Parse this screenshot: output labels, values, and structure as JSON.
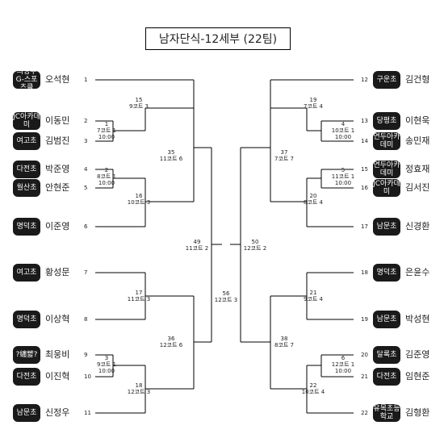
{
  "title": "남자단식-12세부 (22팀)",
  "left_teams": [
    {
      "seed": "1",
      "club": "의정부G-스포츠클",
      "name": "오석현"
    },
    {
      "seed": "2",
      "club": "JC아카데미",
      "name": "이동민"
    },
    {
      "seed": "3",
      "club": "여고초",
      "name": "김범진"
    },
    {
      "seed": "4",
      "club": "다전초",
      "name": "박준영"
    },
    {
      "seed": "5",
      "club": "월산초",
      "name": "안현준"
    },
    {
      "seed": "6",
      "club": "명덕초",
      "name": "이준영"
    },
    {
      "seed": "7",
      "club": "여고초",
      "name": "황성문"
    },
    {
      "seed": "8",
      "club": "명덕초",
      "name": "이상혁"
    },
    {
      "seed": "9",
      "club": "?纏뺣?",
      "name": "최웅비"
    },
    {
      "seed": "10",
      "club": "다전초",
      "name": "이진혁"
    },
    {
      "seed": "11",
      "club": "남문초",
      "name": "신정우"
    }
  ],
  "right_teams": [
    {
      "seed": "12",
      "club": "구운초",
      "name": "김건형"
    },
    {
      "seed": "13",
      "club": "당평초",
      "name": "이현욱"
    },
    {
      "seed": "14",
      "club": "연두아카데미",
      "name": "송민재"
    },
    {
      "seed": "15",
      "club": "연두아카데미",
      "name": "정효재"
    },
    {
      "seed": "16",
      "club": "JC아카데미",
      "name": "김서진"
    },
    {
      "seed": "17",
      "club": "남문초",
      "name": "신경환"
    },
    {
      "seed": "18",
      "club": "명덕초",
      "name": "은윤수"
    },
    {
      "seed": "19",
      "club": "남문초",
      "name": "박성현"
    },
    {
      "seed": "20",
      "club": "달록초",
      "name": "김준영"
    },
    {
      "seed": "21",
      "club": "다전초",
      "name": "임현준"
    },
    {
      "seed": "22",
      "club": "유목초등학교",
      "name": "김형환"
    }
  ],
  "matches": [
    {
      "num": "1",
      "court": "7코트 1",
      "time": "10:00"
    },
    {
      "num": "2",
      "court": "8코트 1",
      "time": "10:00"
    },
    {
      "num": "3",
      "court": "9코트 1",
      "time": "10:00"
    },
    {
      "num": "4",
      "court": "10코트 1",
      "time": "10:00"
    },
    {
      "num": "5",
      "court": "11코트 1",
      "time": "10:00"
    },
    {
      "num": "6",
      "court": "12코트 1",
      "time": "10:00"
    },
    {
      "num": "15",
      "court": "9코트 3"
    },
    {
      "num": "16",
      "court": "10코트 3"
    },
    {
      "num": "17",
      "court": "11코트 3"
    },
    {
      "num": "18",
      "court": "12코트 3"
    },
    {
      "num": "19",
      "court": "7코트 4"
    },
    {
      "num": "20",
      "court": "8코트 4"
    },
    {
      "num": "21",
      "court": "9코트 4"
    },
    {
      "num": "22",
      "court": "10코트 4"
    },
    {
      "num": "35",
      "court": "11코트 6"
    },
    {
      "num": "36",
      "court": "12코트 6"
    },
    {
      "num": "37",
      "court": "7코트 7"
    },
    {
      "num": "38",
      "court": "8코트 7"
    },
    {
      "num": "49",
      "court": "11코트 2"
    },
    {
      "num": "50",
      "court": "12코트 2"
    },
    {
      "num": "56",
      "court": "12코트 3"
    }
  ]
}
